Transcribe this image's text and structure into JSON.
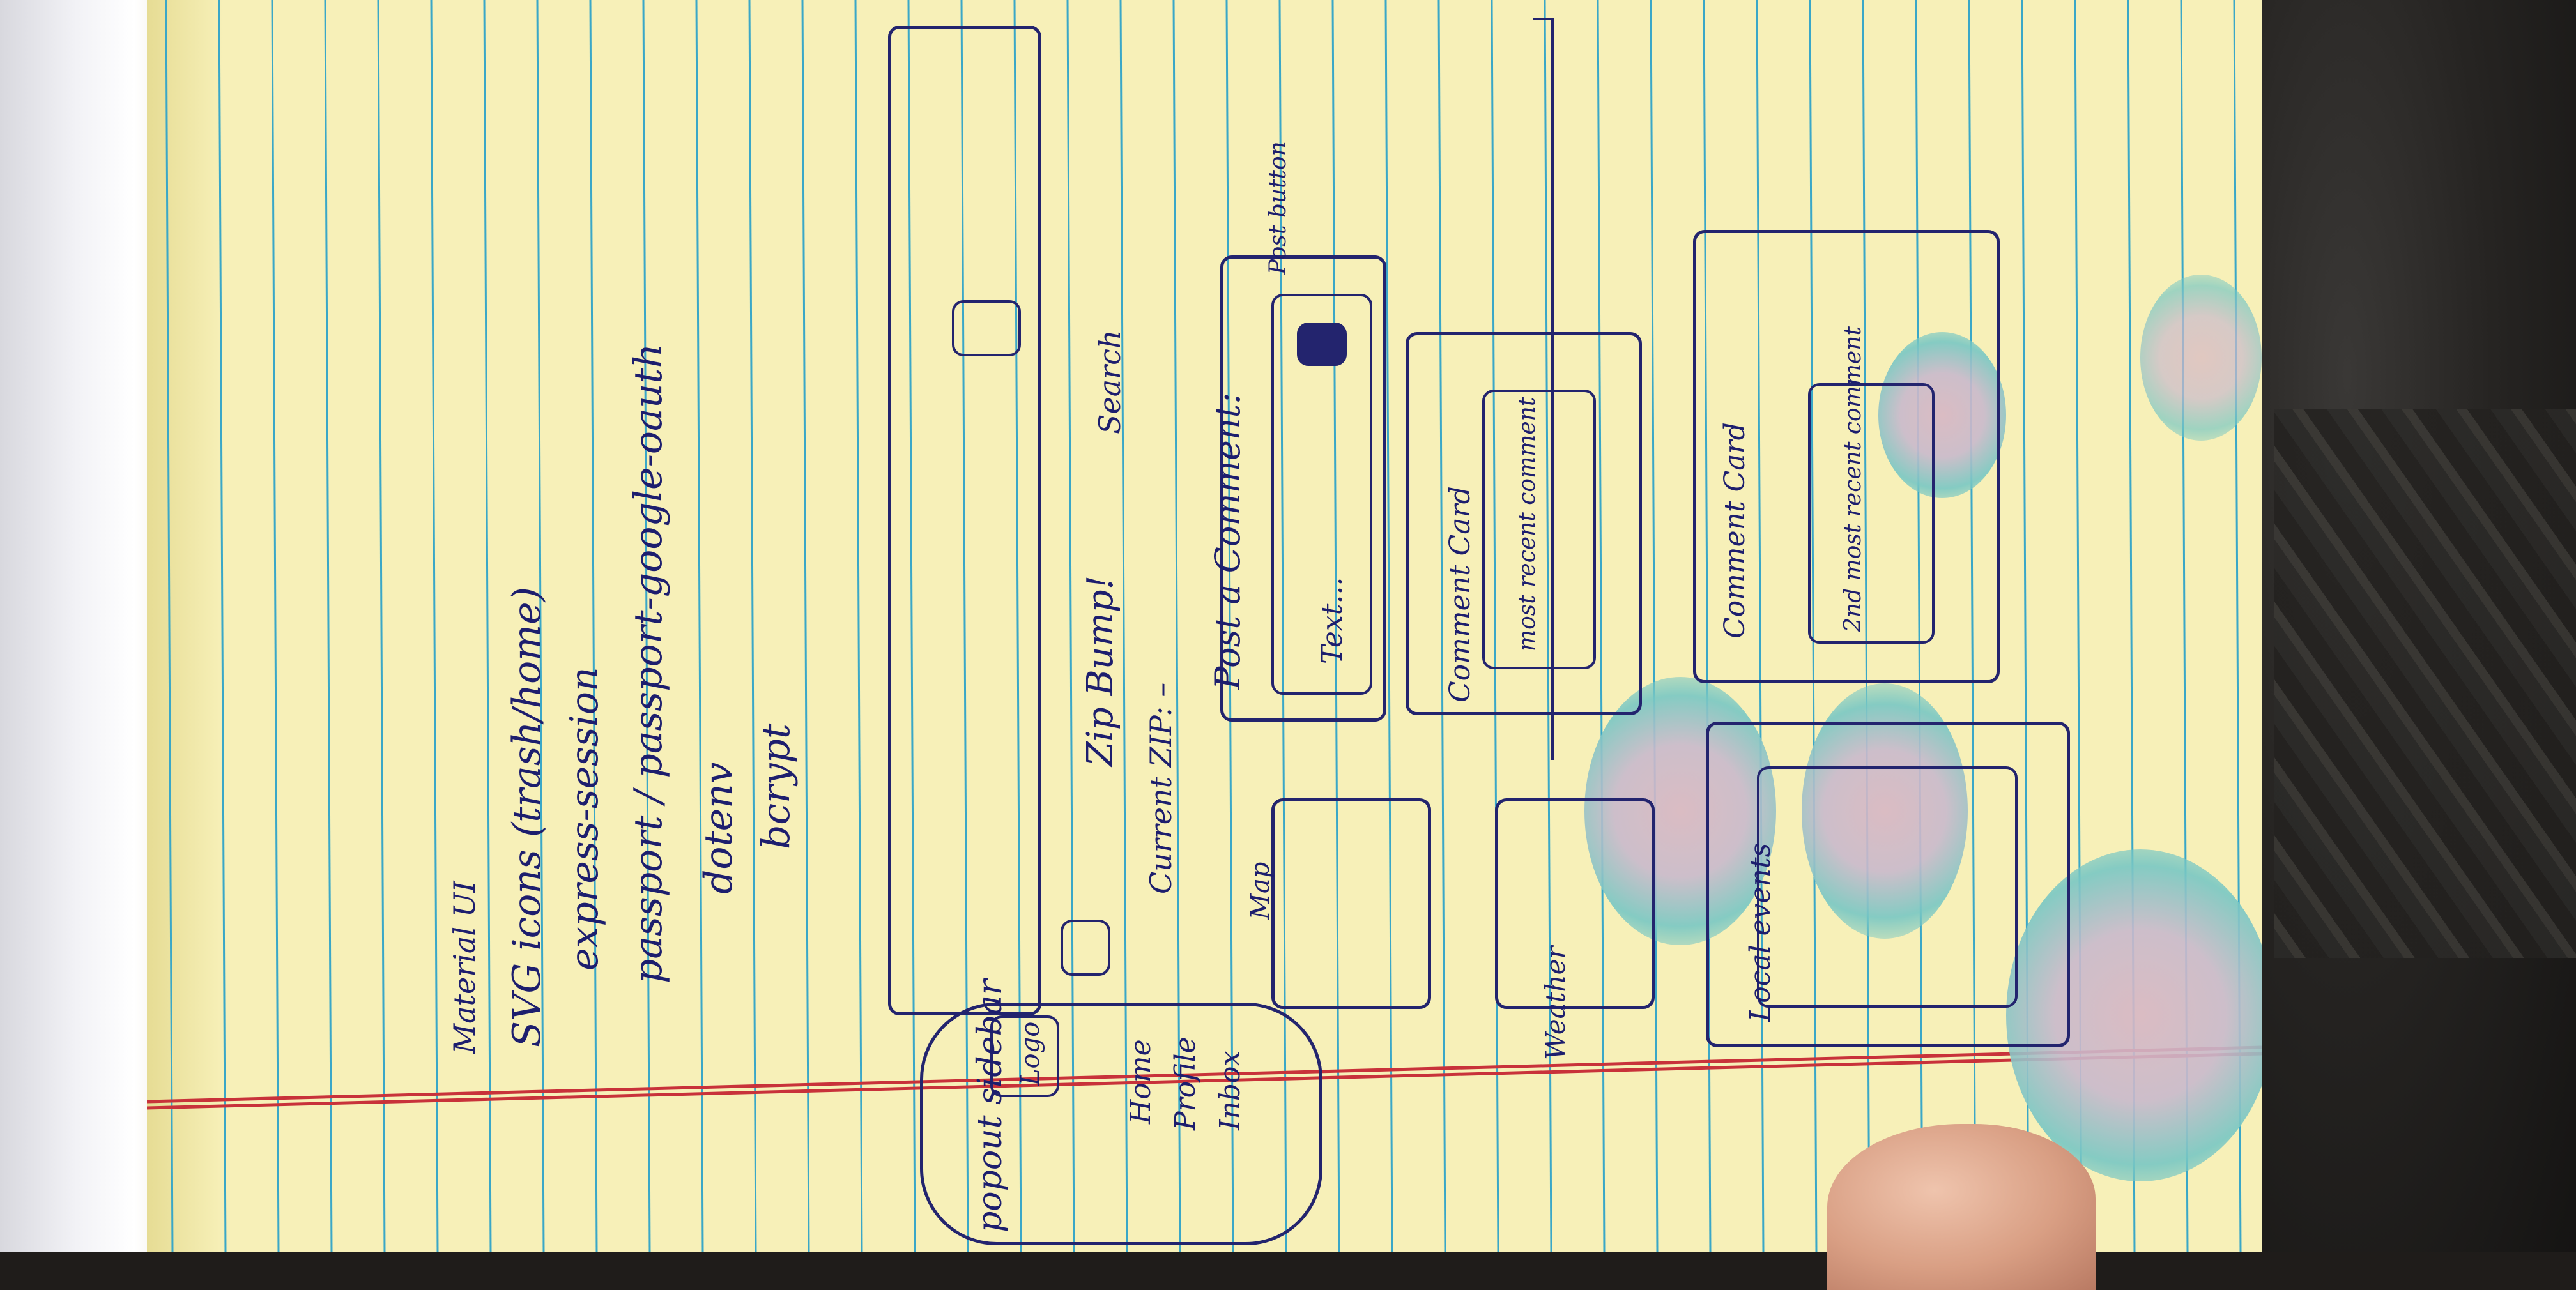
{
  "notes": {
    "stack_list": [
      "Material UI",
      "SVG icons (trash/home)",
      "express-session",
      "passport / passport-google-oauth",
      "dotenv",
      "bcrypt"
    ],
    "popout_label": "popout sidebar",
    "sidebar_items": [
      "Home",
      "Profile",
      "Inbox"
    ],
    "sidebar_logo": "Logo",
    "current_zip": "Current ZIP: –",
    "zip_prompt": "Zip Bump!",
    "search_label": "Search",
    "post_prompt": "Post a Comment:",
    "text_placeholder": "Text...",
    "post_button_note": "Post button",
    "map_label": "Map",
    "weather_label": "Weather",
    "comment_card_1": "Comment Card",
    "most_recent_comment": "most recent comment",
    "comment_card_2": "Comment Card",
    "second_most_recent": "2nd most recent comment",
    "local_events": "Local events"
  },
  "colors": {
    "paper": "#f7f0b8",
    "rule_line": "#3aa7c7",
    "margin_line": "#c8323a",
    "ink": "#23246e",
    "stain": "#5fc2bd"
  }
}
